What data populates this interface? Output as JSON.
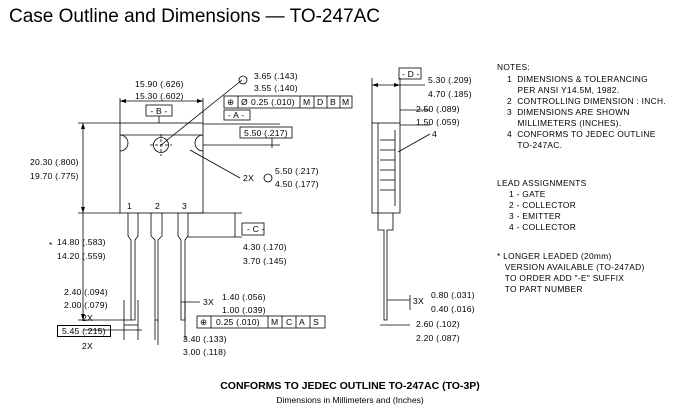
{
  "title": "Case Outline and Dimensions — TO-247AC",
  "dims": {
    "width_max": "15.90 (.626)",
    "width_min": "15.30 (.602)",
    "hole_max": "3.65 (.143)",
    "hole_min": "3.55 (.140)",
    "height_max": "20.30 (.800)",
    "height_min": "19.70 (.775)",
    "hole_offset": "5.50 (.217)",
    "radius_x": "2X",
    "radius_max": "5.50 (.217)",
    "radius_min": "4.50 (.177)",
    "lead_len_max": "14.80 (.583)",
    "lead_len_min": "14.20 (.559)",
    "lead_len_star": "*",
    "lead_w_max": "2.40 (.094)",
    "lead_w_min": "2.00 (.079)",
    "lead_w_x": "2X",
    "pitch": "5.45 (.215)",
    "pitch_x": "2X",
    "lead_thick_x": "3X",
    "lead_thick_max": "1.40 (.056)",
    "lead_thick_min": "1.00 (.039)",
    "lead_thick2_max": "3.40 (.133)",
    "lead_thick2_min": "3.00 (.118)",
    "c_dim_max": "4.30 (.170)",
    "c_dim_min": "3.70 (.145)",
    "depth_max": "5.30 (.209)",
    "depth_min": "4.70 (.185)",
    "tab_max": "2.50 (.089)",
    "tab_min": "1.50 (.059)",
    "side_lead_x": "3X",
    "side_lead_max": "0.80 (.031)",
    "side_lead_min": "0.40 (.016)",
    "side_base_max": "2.60 (.102)",
    "side_base_min": "2.20 (.087)"
  },
  "datums": {
    "b": "- B -",
    "a": "- A -",
    "c": "- C -",
    "d": "- D -"
  },
  "fcf1": {
    "sym": "⊕",
    "dia": "Ø",
    "value": "0.25 (.010)",
    "mod": "M",
    "d1": "D",
    "d2": "B",
    "mod2": "M"
  },
  "fcf2": {
    "sym": "⊕",
    "value": "0.25 (.010)",
    "mod": "M",
    "d1": "C",
    "d2": "A",
    "mod2": "S"
  },
  "pins": [
    "1",
    "2",
    "3"
  ],
  "side_callout": "4",
  "notes": {
    "heading": "NOTES:",
    "lines": [
      "1  DIMENSIONS & TOLERANCING",
      "    PER ANSI Y14.5M, 1982.",
      "2  CONTROLLING DIMENSION : INCH.",
      "3  DIMENSIONS ARE SHOWN",
      "    MILLIMETERS (INCHES).",
      "4  CONFORMS TO JEDEC OUTLINE",
      "    TO-247AC."
    ]
  },
  "leads": {
    "heading": "LEAD ASSIGNMENTS",
    "lines": [
      "1 - GATE",
      "2 - COLLECTOR",
      "3 - EMITTER",
      "4 - COLLECTOR"
    ]
  },
  "longer": {
    "lines": [
      "* LONGER LEADED (20mm)",
      "   VERSION AVAILABLE (TO-247AD)",
      "   TO ORDER ADD \"-E\" SUFFIX",
      "   TO PART NUMBER"
    ]
  },
  "footer": {
    "line1": "CONFORMS TO JEDEC OUTLINE TO-247AC (TO-3P)",
    "line2": "Dimensions in Millimeters and (Inches)"
  }
}
